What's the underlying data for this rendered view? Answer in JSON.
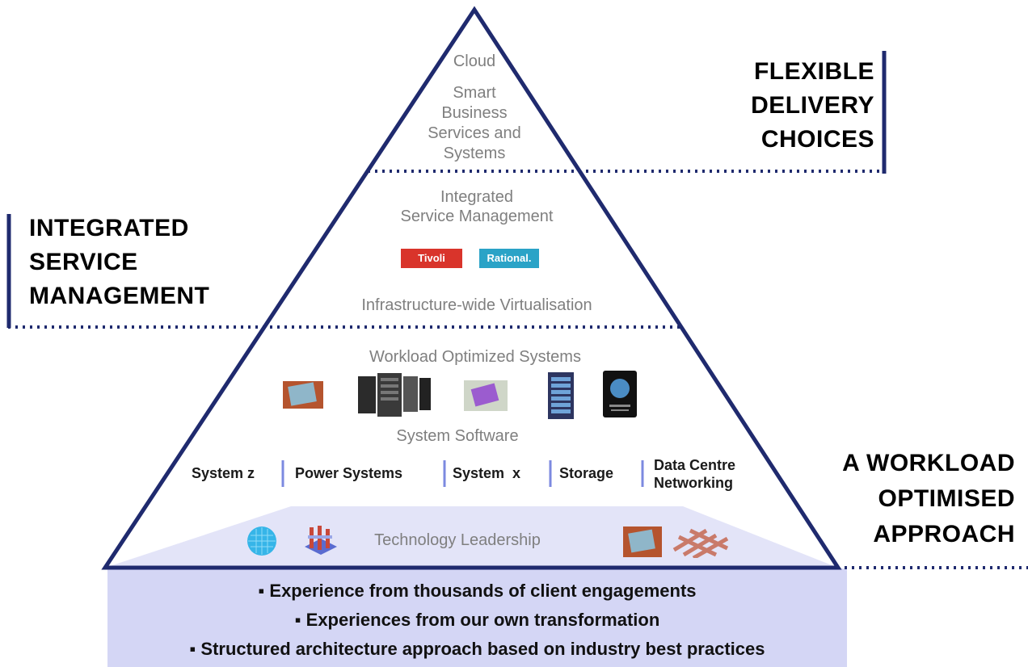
{
  "pyramid": {
    "top_tier": {
      "cloud": "Cloud",
      "smart_services": "Smart\nBusiness\nServices and\nSystems"
    },
    "middle_tier": {
      "integrated_service_management": "Integrated\nService Management",
      "infrastructure_virtualisation": "Infrastructure-wide Virtualisation",
      "logos": {
        "tivoli": "Tivoli",
        "rational": "Rational."
      }
    },
    "lower_tier": {
      "workload_optimized_systems": "Workload Optimized Systems",
      "system_software": "System Software",
      "systems": [
        "System z",
        "Power Systems",
        "System  x",
        "Storage",
        "Data Centre\nNetworking"
      ]
    },
    "base": {
      "technology_leadership": "Technology Leadership",
      "bullets": [
        "Experience from thousands of client engagements",
        "Experiences from our own transformation",
        "Structured architecture approach based on industry best practices"
      ]
    }
  },
  "side_labels": {
    "flexible_delivery": "FLEXIBLE\nDELIVERY\nCHOICES",
    "integrated_service_management": "INTEGRATED\nSERVICE\nMANAGEMENT",
    "workload_optimised": "A WORKLOAD\nOPTIMISED\nAPPROACH"
  },
  "colors": {
    "outline": "#1f2a6e",
    "base_fill": "#d4d6f5",
    "separator": "#7c8ae0",
    "tivoli": "#d9342b",
    "rational": "#2aa3c7",
    "grey_text": "#7f7f7f"
  },
  "icons": [
    "chip-icon",
    "server-rack-icon",
    "processor-icon",
    "storage-tower-icon",
    "systems-director-icon",
    "wafer-icon",
    "circuit-3d-icon",
    "chip-icon",
    "circuit-board-icon"
  ]
}
